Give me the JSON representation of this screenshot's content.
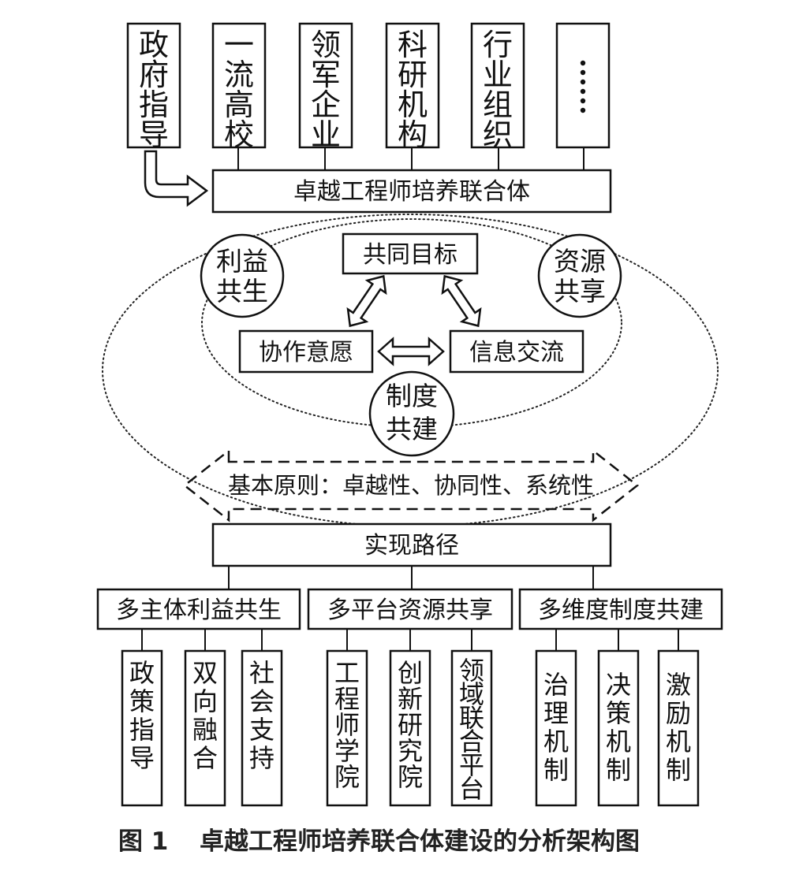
{
  "top_boxes": [
    {
      "label": "政府指导"
    },
    {
      "label": "一流高校"
    },
    {
      "label": "领军企业"
    },
    {
      "label": "科研机构"
    },
    {
      "label": "行业组织"
    },
    {
      "label": "⋮⋮"
    }
  ],
  "alliance": {
    "label": "卓越工程师培养联合体"
  },
  "circles": {
    "left": {
      "line1": "利益",
      "line2": "共生"
    },
    "right": {
      "line1": "资源",
      "line2": "共享"
    },
    "bottom": {
      "line1": "制度",
      "line2": "共建"
    }
  },
  "inner": {
    "goal": "共同目标",
    "willing": "协作意愿",
    "info": "信息交流"
  },
  "principle": {
    "label": "基本原则：卓越性、协同性、系统性"
  },
  "path": {
    "label": "实现路径"
  },
  "categories": [
    {
      "label": "多主体利益共生",
      "children": [
        "政策指导",
        "双向融合",
        "社会支持"
      ]
    },
    {
      "label": "多平台资源共享",
      "children": [
        "工程师学院",
        "创新研究院",
        "领域联合平台"
      ]
    },
    {
      "label": "多维度制度共建",
      "children": [
        "治理机制",
        "决策机制",
        "激励机制"
      ]
    }
  ],
  "caption": {
    "number": "图 1",
    "title": "卓越工程师培养联合体建设的分析架构图"
  }
}
